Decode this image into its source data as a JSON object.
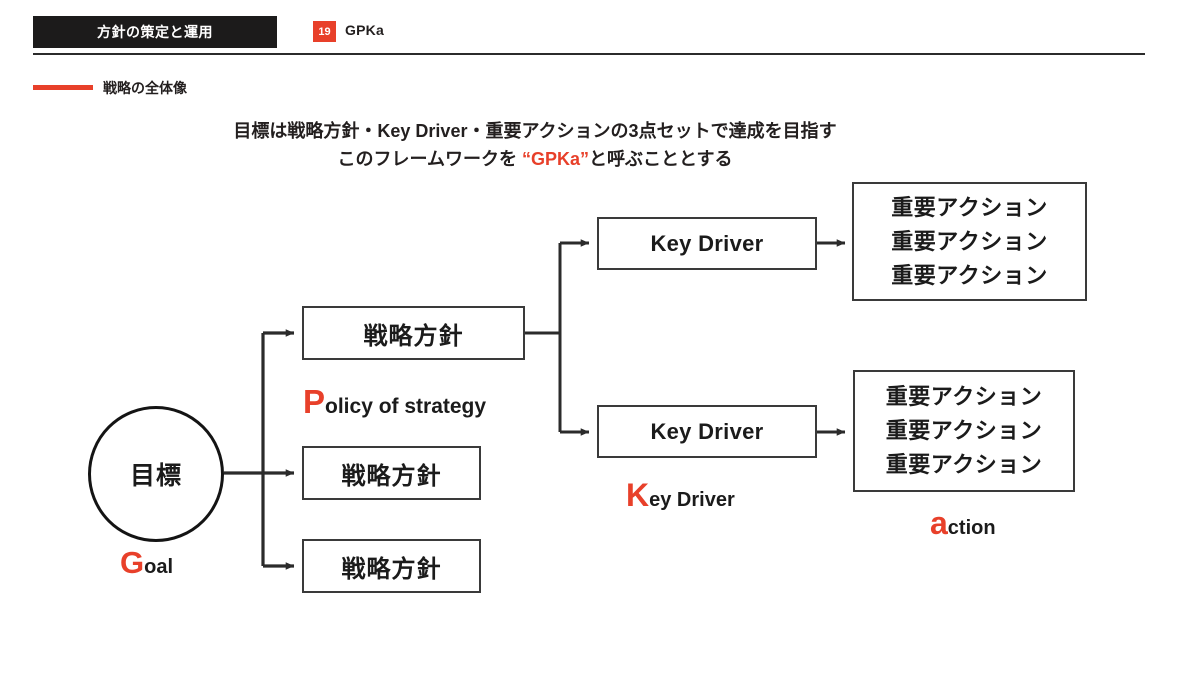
{
  "header": {
    "tab_label": "方針の策定と運用",
    "badge_number": "19",
    "deck_name": "GPKa",
    "accent_color": "#e8402a",
    "tab_bg_color": "#1c1b1b"
  },
  "section": {
    "label": "戦略の全体像"
  },
  "headline": {
    "line1": "目標は戦略方針・Key Driver・重要アクションの3点セットで達成を目指す",
    "line2_prefix": "このフレームワークを ",
    "line2_accent": "“GPKa”",
    "line2_suffix": "と呼ぶこととする"
  },
  "diagram": {
    "goal": {
      "label": "目標",
      "legend_cap": "G",
      "legend_rest": "oal"
    },
    "policies": [
      {
        "label": "戦略方針",
        "legend_cap": "P",
        "legend_rest": "olicy of strategy"
      },
      {
        "label": "戦略方針"
      },
      {
        "label": "戦略方針"
      }
    ],
    "drivers": [
      {
        "label": "Key Driver"
      },
      {
        "label": "Key Driver",
        "legend_cap": "K",
        "legend_rest": "ey Driver"
      }
    ],
    "actions": [
      {
        "lines": [
          "重要アクション",
          "重要アクション",
          "重要アクション"
        ]
      },
      {
        "lines": [
          "重要アクション",
          "重要アクション",
          "重要アクション"
        ],
        "legend_cap": "a",
        "legend_rest": "ction"
      }
    ]
  }
}
